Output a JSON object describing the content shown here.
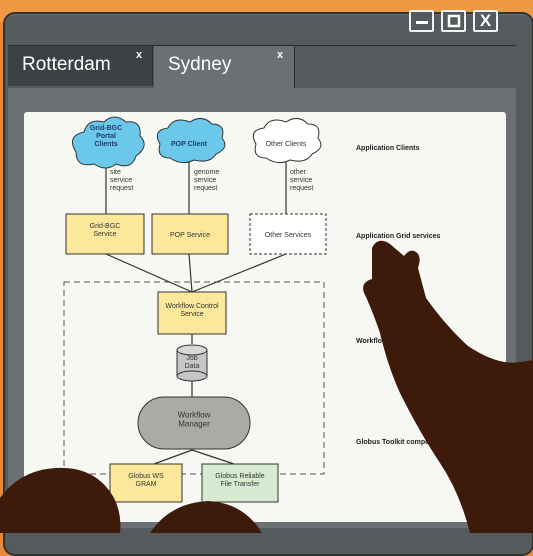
{
  "window": {
    "controls": {
      "minimize_icon": "minimize-icon",
      "maximize_icon": "maximize-icon",
      "close_label": "X"
    },
    "tabs": [
      {
        "label": "Rotterdam",
        "close": "x",
        "active": false
      },
      {
        "label": "Sydney",
        "close": "x",
        "active": true
      }
    ]
  },
  "diagram": {
    "clients": [
      "Grid-BGC\nPortal\nClients",
      "POP Client",
      "Other Clients"
    ],
    "requests": [
      "site\nservice\nrequest",
      "genome\nservice\nrequest",
      "other\nservice\nrequest"
    ],
    "services": [
      "Grid-BGC\nService",
      "POP Service",
      "Other Services"
    ],
    "workflow_control": "Workflow Control\nService",
    "job_data": "Job\nData",
    "workflow_manager": "Workflow\nManager",
    "globus_components": [
      "Globus WS\nGRAM",
      "Globus Reliable\nFile Transfer"
    ],
    "layer_labels": [
      "Application Clients",
      "Application Grid services",
      "Workflow Man",
      "Globus Toolkit components"
    ]
  },
  "colors": {
    "background": "#e8893a",
    "window": "#555a5c",
    "active_tab": "#6a7073",
    "cloud_blue": "#6cc8ea",
    "service_yellow": "#fbe89a",
    "manager_gray": "#a8aca4",
    "globus_green": "#d7ead2",
    "silhouette": "#3e1a0a"
  }
}
